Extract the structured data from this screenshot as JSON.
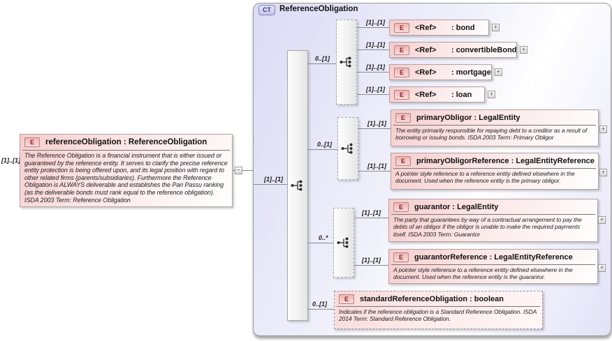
{
  "root_element": {
    "cardinality": "[1]..[1]",
    "badge": "E",
    "title": "referenceObligation : ReferenceObligation",
    "annotation": "The Reference Obligation is a financial instrument that is either issued or guaranteed by the reference entity. It serves to clarify the precise reference entity protection is being offered upon, and its legal position with regard to other related firms (parents/subsidiaries). Furthermore the Reference Obligation is ALWAYS deliverable and establishes the Pari Passu ranking (as the deliverable bonds must rank equal to the reference obligation). ISDA 2003 Term: Reference Obligation",
    "collapse_symbol": "−"
  },
  "complex_type": {
    "badge": "CT",
    "title": "ReferenceObligation",
    "content_cardinality": "[1]..[1]",
    "groups": [
      {
        "cardinality": "0..[1]",
        "elements": [
          {
            "cardinality": "[1]..[1]",
            "badge": "E",
            "name": "<Ref>",
            "type": ": bond",
            "expand_symbol": "+"
          },
          {
            "cardinality": "[1]..[1]",
            "badge": "E",
            "name": "<Ref>",
            "type": ": convertibleBond",
            "expand_symbol": "+"
          },
          {
            "cardinality": "[1]..[1]",
            "badge": "E",
            "name": "<Ref>",
            "type": ": mortgage",
            "expand_symbol": "+"
          },
          {
            "cardinality": "[1]..[1]",
            "badge": "E",
            "name": "<Ref>",
            "type": ": loan",
            "expand_symbol": "+"
          }
        ]
      },
      {
        "cardinality": "0..[1]",
        "elements": [
          {
            "cardinality": "[1]..[1]",
            "badge": "E",
            "title": "primaryObligor : LegalEntity",
            "annotation": "The entity primarily responsible for repaying debt to a creditor as a result of borrowing or issuing bonds. ISDA 2003 Term: Primary Obligor",
            "expand_symbol": "+"
          },
          {
            "cardinality": "[1]..[1]",
            "badge": "E",
            "title": "primaryObligorReference : LegalEntityReference",
            "annotation": "A pointer style reference to a reference entity defined elsewhere in the document. Used when the reference entity is the primary obligor.",
            "expand_symbol": "+"
          }
        ]
      },
      {
        "cardinality": "0..*",
        "elements": [
          {
            "cardinality": "[1]..[1]",
            "badge": "E",
            "title": "guarantor : LegalEntity",
            "annotation": "The party that guarantees by way of a contractual arrangement to pay the debts of an obligor if the obligor is unable to make the required payments itself. ISDA 2003 Term: Guarantor",
            "expand_symbol": "+"
          },
          {
            "cardinality": "[1]..[1]",
            "badge": "E",
            "title": "guarantorReference : LegalEntityReference",
            "annotation": "A pointer style reference to a reference entity defined elsewhere in the document. Used when the reference entity is the guarantor.",
            "expand_symbol": "+"
          }
        ]
      }
    ],
    "optional_element": {
      "cardinality": "0..[1]",
      "badge": "E",
      "title": "standardReferenceObligation : boolean",
      "annotation": "Indicates if the reference obligation is a Standard Reference Obligation. ISDA 2014 Term: Standard Reference Obligation."
    }
  },
  "colors": {
    "container_fill": "#e3e3f8",
    "element_fill": "#f6cccc",
    "badge_text": "#8b1f1f",
    "ct_badge_fill": "#c6c6ec",
    "line": "#8a8a8a"
  }
}
